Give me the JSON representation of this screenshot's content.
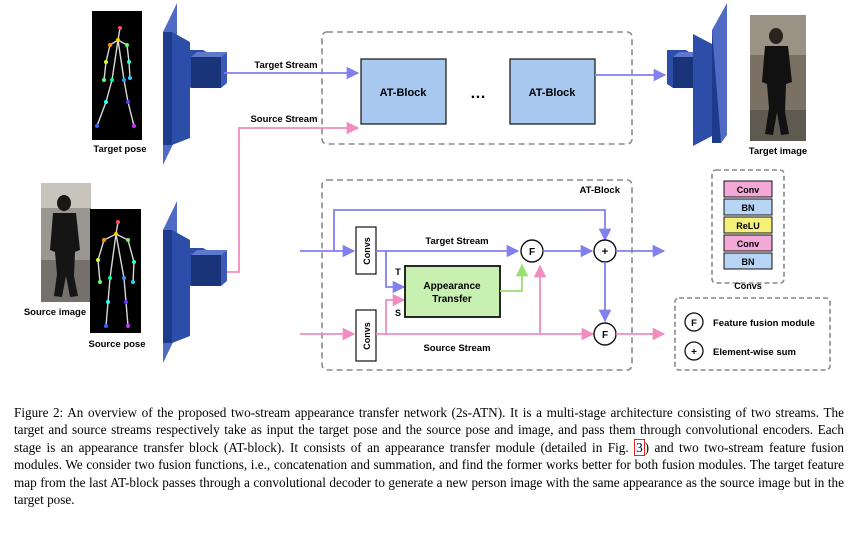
{
  "colors": {
    "target_stream": "#8080ee",
    "source_stream": "#f08cc0",
    "fusion_out": "#98e070",
    "block_fill": "#a8c8f0",
    "encoder": "#1e3a8a",
    "dashed_border": "#8a8a8a",
    "conv_fill": "#f4a8d8",
    "bn_fill": "#b8d4f4",
    "relu_fill": "#f4f078",
    "appearance_fill": "#c8f0b0"
  },
  "labels": {
    "target_stream": "Target Stream",
    "source_stream": "Source Stream",
    "at_block": "AT-Block",
    "at_block_second": "AT-Block",
    "ellipsis": "…",
    "at_block_title": "AT-Block",
    "target_pose": "Target pose",
    "target_image": "Target image",
    "source_image": "Source image",
    "source_pose": "Source pose",
    "convs_top": "Convs",
    "convs_bottom": "Convs",
    "port_t": "T",
    "port_s": "S",
    "inner_target_stream": "Target Stream",
    "inner_source_stream": "Source Stream",
    "appearance_line1": "Appearance",
    "appearance_line2": "Transfer",
    "fusion_symbol": "F",
    "sum_symbol": "+"
  },
  "convs_stack": {
    "layers": [
      "Conv",
      "BN",
      "ReLU",
      "Conv",
      "BN"
    ],
    "caption": "Convs"
  },
  "legend": {
    "fusion": {
      "symbol": "F",
      "label": "Feature fusion module"
    },
    "sum": {
      "symbol": "+",
      "label": "Element-wise sum"
    }
  },
  "caption": {
    "before_ref": "Figure 2: An overview of the proposed two-stream appearance transfer network (2s-ATN). It is a multi-stage architecture consisting of two streams. The target and source streams respectively take as input the target pose and the source pose and image, and pass them through convolutional encoders. Each stage is an appearance transfer block (AT-block). It consists of an appearance transfer module (detailed in Fig. ",
    "ref": "3",
    "after_ref": ") and two two-stream feature fusion modules. We consider two fusion functions, i.e., concatenation and summation, and find the former works better for both fusion modules. The target feature map from the last AT-block passes through a convolutional decoder to generate a new person image with the same appearance as the source image but in the target pose."
  }
}
